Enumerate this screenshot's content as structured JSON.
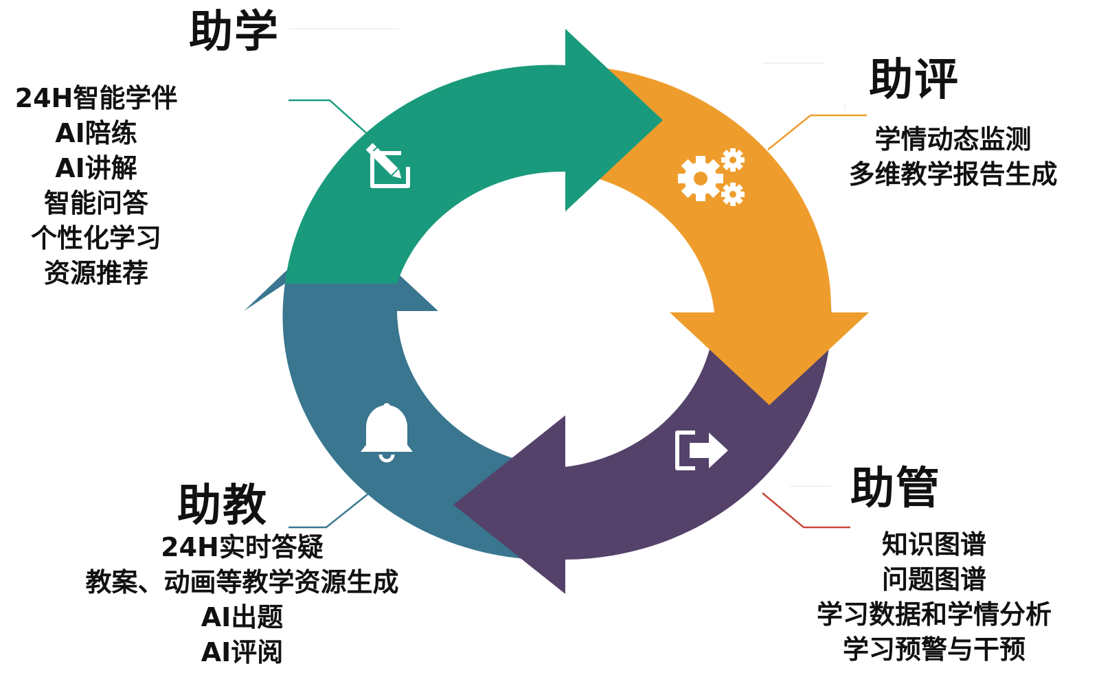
{
  "colors": {
    "learn": "#1a9a7c",
    "assess": "#ee9d2d",
    "manage": "#54426a",
    "teach": "#3a768f",
    "learn_line": "#1a9a7c",
    "assess_line": "#ee9d2d",
    "manage_line": "#c9473a",
    "teach_line": "#3a768f",
    "icon": "#ffffff"
  },
  "learn": {
    "title": "助学",
    "icon": "edit-icon",
    "items": [
      "24H智能学伴",
      "AI陪练",
      "AI讲解",
      "智能问答",
      "个性化学习",
      "资源推荐"
    ]
  },
  "assess": {
    "title": "助评",
    "icon": "gears-icon",
    "items": [
      "学情动态监测",
      "多维教学报告生成"
    ]
  },
  "manage": {
    "title": "助管",
    "icon": "exit-arrow-icon",
    "items": [
      "知识图谱",
      "问题图谱",
      "学习数据和学情分析",
      "学习预警与干预"
    ]
  },
  "teach": {
    "title": "助教",
    "icon": "bell-icon",
    "items": [
      "24H实时答疑",
      "教案、动画等教学资源生成",
      "AI出题",
      "AI评阅"
    ]
  }
}
